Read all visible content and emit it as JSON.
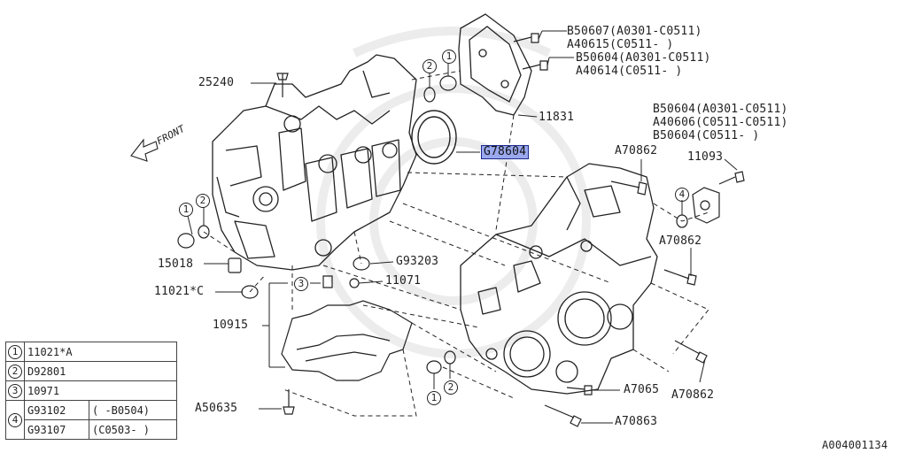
{
  "diagram": {
    "parts": {
      "p25240": "25240",
      "pG78604": "G78604",
      "p11831": "11831",
      "b1": "B50607(A0301-C0511)",
      "b2": "A40615(C0511- )",
      "b3": "B50604(A0301-C0511)",
      "b4": "A40614(C0511- )",
      "r1": "B50604(A0301-C0511)",
      "r2": "A40606(C0511-C0511)",
      "r3": "B50604(C0511- )",
      "p11093": "11093",
      "a70862a": "A70862",
      "a70862b": "A70862",
      "a70862c": "A70862",
      "a7065": "A7065",
      "a70863": "A70863",
      "p15018": "15018",
      "p11021c": "11021*C",
      "g93203": "G93203",
      "p11071": "11071",
      "p10915": "10915",
      "a50635": "A50635",
      "front": "FRONT",
      "footer_id": "A004001134"
    },
    "callouts": {
      "c1a": "1",
      "c2a": "2",
      "c1b": "1",
      "c2b": "2",
      "c3": "3",
      "c4": "4",
      "c1c": "1",
      "c2c": "2"
    },
    "legend": [
      {
        "num": "1",
        "part": "11021*A",
        "range": ""
      },
      {
        "num": "2",
        "part": "D92801",
        "range": ""
      },
      {
        "num": "3",
        "part": "10971",
        "range": ""
      },
      {
        "num": "4",
        "part": "G93102",
        "range": "( -B0504)"
      },
      {
        "num": "",
        "part": "G93107",
        "range": "(C0503- )"
      }
    ],
    "highlight_color": "#9aa8ee"
  }
}
